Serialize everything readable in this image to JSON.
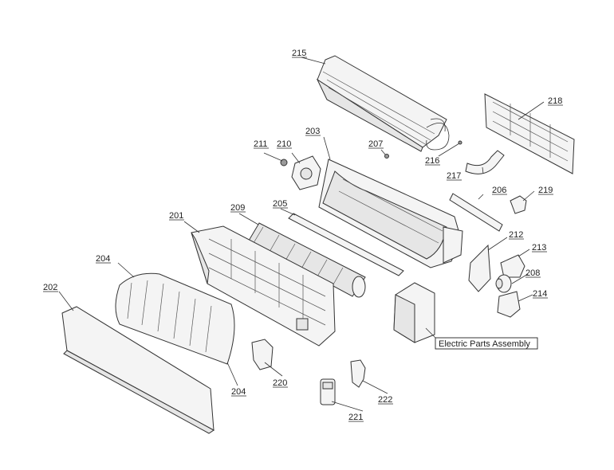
{
  "labels": {
    "p201": "201",
    "p202": "202",
    "p203": "203",
    "p204a": "204",
    "p204b": "204",
    "p205": "205",
    "p206": "206",
    "p207": "207",
    "p208": "208",
    "p209": "209",
    "p210": "210",
    "p211": "211",
    "p212": "212",
    "p213": "213",
    "p214": "214",
    "p215": "215",
    "p216": "216",
    "p217": "217",
    "p218": "218",
    "p219": "219",
    "p220": "220",
    "p221": "221",
    "p222": "222"
  },
  "callout": {
    "electric_parts": "Electric Parts Assembly"
  }
}
